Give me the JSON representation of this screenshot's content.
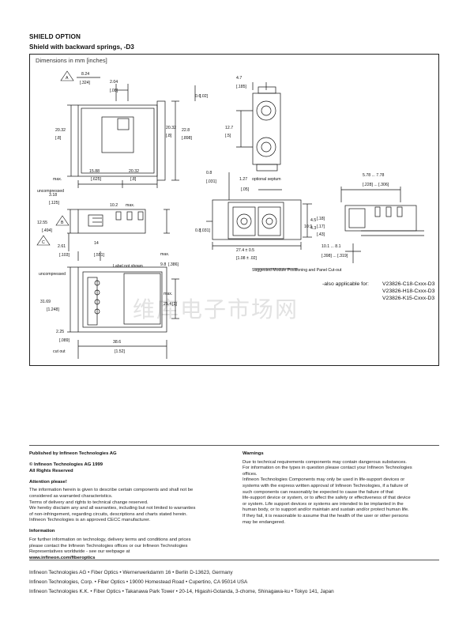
{
  "section": {
    "title": "SHIELD OPTION",
    "subtitle": "Shield with backward springs, -D3"
  },
  "drawing": {
    "dimensions_note": "Dimensions in mm [inches]",
    "dim_labels": {
      "d824": "8.24",
      "d324": "[.324]",
      "d204": "2.04",
      "d08": "[.08]",
      "d06": "0.6",
      "d02": "[.02]",
      "d47": "4.7",
      "d185": "[.185]",
      "d2032a": "20.32",
      "d8a": "[.8]",
      "d2032b": "20.32",
      "d8b": "[.8]",
      "d228": "22.8",
      "d898": "[.898]",
      "d127": "12.7",
      "d5": "[.5]",
      "d1588": "15.88",
      "d625": "[.625]",
      "d2032c": "20.32",
      "d8c": "[.8]",
      "d08b": "0.8",
      "d031": "[.031]",
      "d127b": "1.27",
      "optional_septum": "optional septum",
      "d05": "[.05]",
      "d578": "5.78 ... 7.78",
      "d228b": "[.228] ... [.306]",
      "max1": "max.",
      "d318": "3.18",
      "d125": "[.125]",
      "uncompressed1": "uncompressed",
      "d1255": "12.55",
      "d494": "[.494]",
      "d102": "10.2",
      "max2": "max.",
      "d08c": "0.8",
      "d031b": "[.031]",
      "d109": "10.9",
      "d45": "4.5",
      "d43": "4.3",
      "d18": "[.18]",
      "d17": "[.17]",
      "d43b": "[.43]",
      "d261": "2.61",
      "d103": "[.103]",
      "d14": "14",
      "d551": "[.551]",
      "label_not_shown": "Label not shown",
      "d98": "9.8",
      "d386": "[.386]",
      "max3": "max.",
      "d274": "27.4 ± 0.5",
      "d108": "[1.08 ± .02]",
      "d101": "10.1 ... 8.1",
      "d398": "[.398] ... [.319]",
      "panel_caption": "Suggested Module Positioning and Panel Cut-out",
      "uncompressed2": "uncompressed",
      "d3169": "31.69",
      "d1248": "[1.248]",
      "d254": "25.4",
      "d1": "[1]",
      "max4": "max.",
      "d225": "2.25",
      "d089": "[.089]",
      "cut_out": "cut out",
      "d386b": "38.6",
      "d152": "[1.52]",
      "triA": "A",
      "triB": "B",
      "triC": "C"
    },
    "also_applicable_label": "-also applicable for:",
    "part_numbers": [
      "V23826-C18-Cxxx-D3",
      "V23826-H18-Cxxx-D3",
      "V23826-K15-Cxxx-D3"
    ],
    "watermark": "维库电子市场网"
  },
  "publisher": {
    "published_by": "Published by Infineon Technologies AG",
    "copyright_line": "© Infineon Technologies AG 1999",
    "rights": "All Rights Reserved",
    "attention_title": "Attention please!",
    "attention_text": [
      "The information herein is given to describe certain components and shall not be",
      "considered as warranted characteristics.",
      "Terms of delivery and rights to technical change reserved.",
      "We hereby disclaim any and all warranties, including but not limited to warranties",
      "of non-infringement, regarding circuits, descriptions and charts stated herein.",
      "Infineon Technologies is an approved CECC manufacturer."
    ],
    "information_title": "Information",
    "information_text": [
      "For further information on technology, delivery terms and conditions and prices",
      "please contact the Infineon Technologies offices or our Infineon Technologies",
      "Representatives worldwide - see our webpage at"
    ],
    "website": "www.infineon.com/fiberoptics"
  },
  "warnings": {
    "title": "Warnings",
    "text": [
      "Due to technical requirements components may contain dangerous substances.",
      "For information on the types in question please contact your Infineon Technologies",
      "offices.",
      "Infineon Technologies Components may only be used in life-support devices or",
      "systems with the express written approval of Infineon Technologies, if a failure of",
      "such components can reasonably be expected to cause the failure of that",
      "life-support device or system, or to affect the safety or effectiveness of that device",
      "or system. Life support devices or systems are intended to be implanted in the",
      "human body, or to support and/or maintain and sustain and/or protect human life.",
      "If they fail, it is reasonable to assume that the health of the user or other persons",
      "may be endangered."
    ]
  },
  "footer": {
    "lines": [
      "Infineon Technologies AG • Fiber Optics • Wernerwerkdamm 16 • Berlin D-13623, Germany",
      "Infineon Technologies, Corp. • Fiber Optics • 19000 Homestead Road • Cupertino, CA 95014 USA",
      "Infineon Technologies K.K. • Fiber Optics • Takanawa Park Tower • 20-14, Higashi-Gotanda, 3-chome, Shinagawa-ku • Tokyo 141, Japan"
    ]
  }
}
